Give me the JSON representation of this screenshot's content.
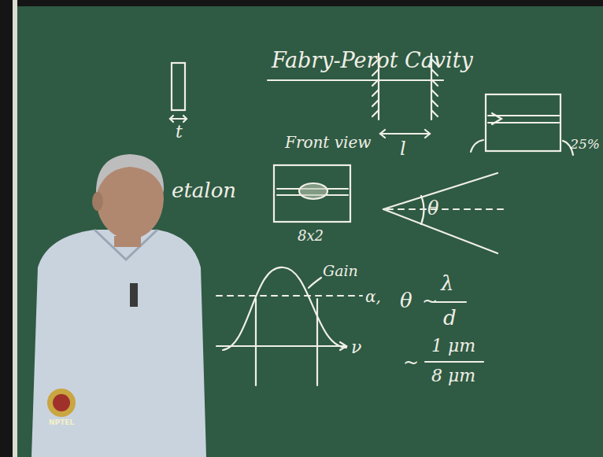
{
  "diagram": {
    "title": "Fabry-Perot Cavity",
    "labels": [
      "t",
      "etalon",
      "l",
      "25%",
      "Front view",
      "8x2",
      "θ",
      "Gain",
      "α,",
      "ν",
      "θ",
      "~",
      "λ",
      "d",
      "~",
      "1 μm",
      "8 μm",
      "NPTEL"
    ]
  }
}
